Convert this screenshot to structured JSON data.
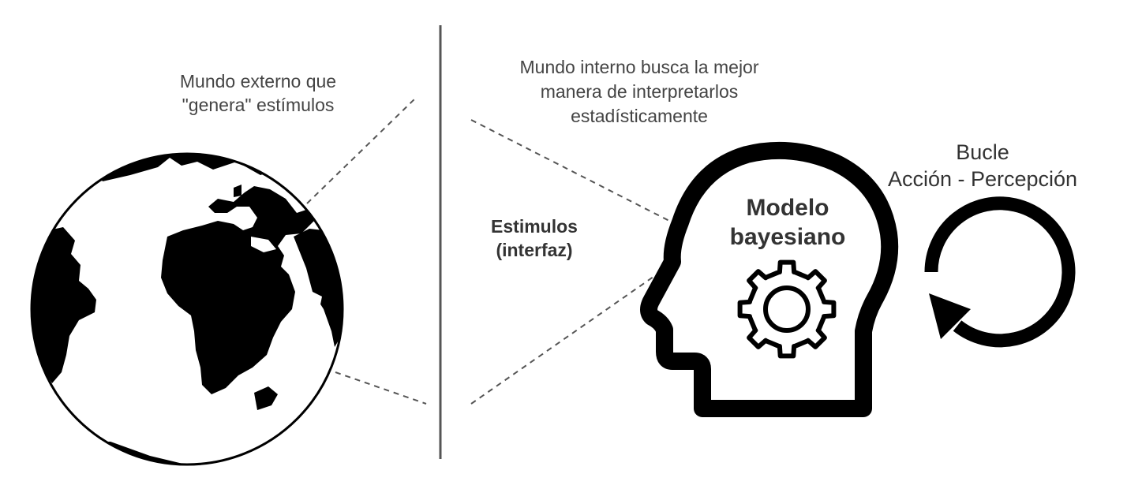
{
  "external_world": {
    "caption_lines": [
      "Mundo externo que",
      "\"genera\" estímulos"
    ],
    "icon": "globe-icon"
  },
  "internal_world": {
    "caption_lines": [
      "Mundo interno busca la mejor",
      "manera de interpretarlos",
      "estadísticamente"
    ]
  },
  "stimuli": {
    "caption_lines": [
      "Estimulos",
      "(interfaz)"
    ]
  },
  "model": {
    "caption_lines": [
      "Modelo",
      "bayesiano"
    ],
    "head_icon": "head-profile-icon",
    "gear_icon": "gear-icon"
  },
  "loop": {
    "caption_lines": [
      "Bucle",
      "Acción - Percepción"
    ],
    "icon": "cycle-arrow-icon"
  },
  "colors": {
    "ink": "#000000",
    "text": "#444444",
    "divider": "#555555",
    "dash": "#555555"
  }
}
